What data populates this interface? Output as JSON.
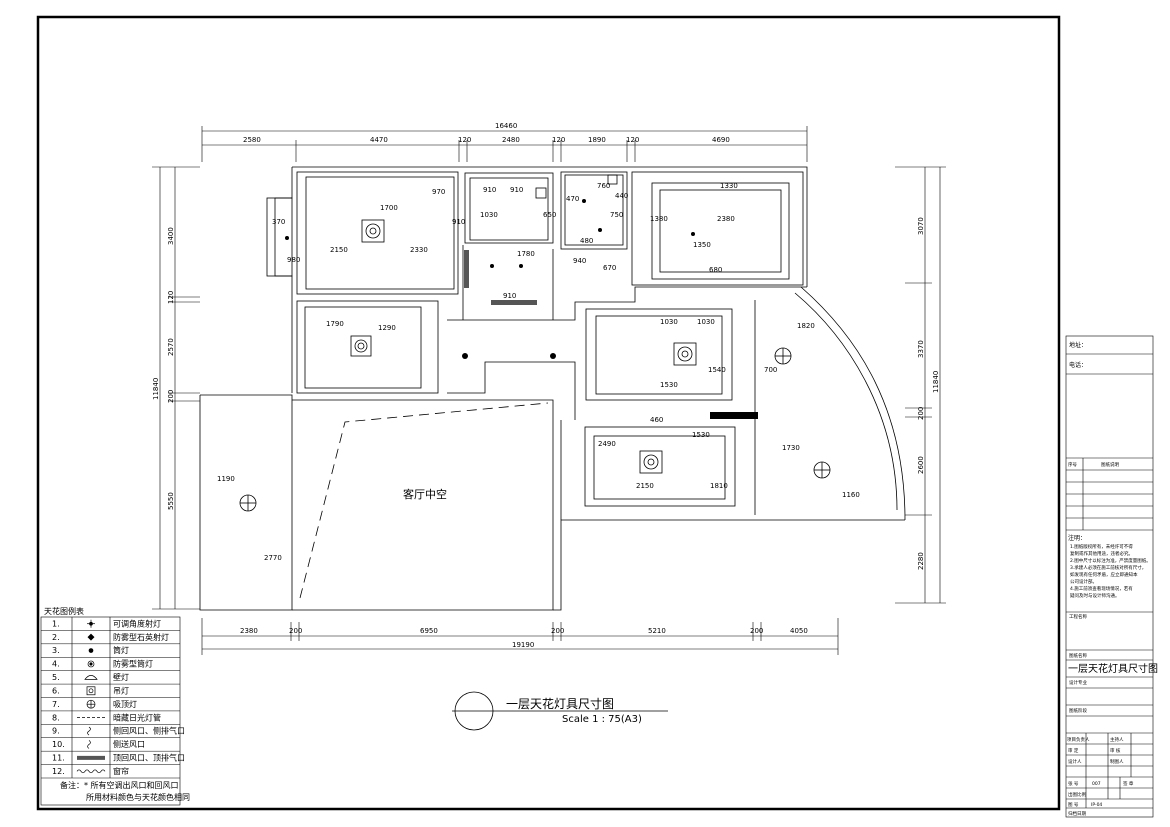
{
  "sheet": {
    "title": "一层天花灯具尺寸图",
    "scale": "Scale 1 : 75(A3)",
    "room_label": "客厅中空"
  },
  "dimensions": {
    "top_total": "16460",
    "top": [
      "2580",
      "4470",
      "120",
      "2480",
      "120",
      "1890",
      "120",
      "4690"
    ],
    "bottom_total": "19190",
    "bottom": [
      "2380",
      "200",
      "6950",
      "200",
      "5210",
      "200",
      "4050"
    ],
    "left_total": "11840",
    "left": [
      "3400",
      "120",
      "2570",
      "200",
      "5550"
    ],
    "right_total": "11840",
    "right": [
      "3070",
      "3370",
      "200",
      "2600",
      "2280"
    ],
    "inner": {
      "d970": "970",
      "d1700": "1700",
      "d2150a": "2150",
      "d2330": "2330",
      "d370": "370",
      "d980": "980",
      "d910a": "910",
      "d910b": "910",
      "d1030a": "1030",
      "d650": "650",
      "d910c": "910",
      "d1780": "1780",
      "d470": "470",
      "d440": "440",
      "d750": "750",
      "d480": "480",
      "d760": "760",
      "d940": "940",
      "d670": "670",
      "d1380": "1380",
      "d2380": "2380",
      "d1330": "1330",
      "d1350": "1350",
      "d680": "680",
      "d1790": "1790",
      "d1290": "1290",
      "d910d": "910",
      "d1030b": "1030",
      "d1030c": "1030",
      "d1540": "1540",
      "d1530": "1530",
      "d700": "700",
      "d1820": "1820",
      "d460": "460",
      "d1530b": "1530",
      "d2490": "2490",
      "d2150b": "2150",
      "d1810": "1810",
      "d1730": "1730",
      "d1160": "1160",
      "d1190": "1190",
      "d2770": "2770"
    }
  },
  "legend": {
    "title": "天花图例表",
    "items": [
      {
        "num": "1.",
        "label": "可调角度射灯"
      },
      {
        "num": "2.",
        "label": "防雾型石英射灯"
      },
      {
        "num": "3.",
        "label": "筒灯"
      },
      {
        "num": "4.",
        "label": "防雾型筒灯"
      },
      {
        "num": "5.",
        "label": "壁灯"
      },
      {
        "num": "6.",
        "label": "吊灯"
      },
      {
        "num": "7.",
        "label": "吸顶灯"
      },
      {
        "num": "8.",
        "label": "暗藏日光灯管"
      },
      {
        "num": "9.",
        "label": "侧回风口、侧排气口"
      },
      {
        "num": "10.",
        "label": "侧送风口"
      },
      {
        "num": "11.",
        "label": "顶回风口、顶排气口"
      },
      {
        "num": "12.",
        "label": "窗帘"
      }
    ],
    "note_line1": "备注：* 所有空调出风口和回风口",
    "note_line2": "所用材料颜色与天花颜色相同"
  },
  "title_block": {
    "address": "地址：",
    "phone": "电话：",
    "seq_header": "序号",
    "desc_header": "图纸说明",
    "notes_title": "注明：",
    "notes": [
      "1.图纸版权所有，未经许可不得",
      "复制或作其他用途，违者必究。",
      "2.图中尺寸以标注为准，严禁度量图纸。",
      "3.承建人必须在施工前核对所有尺寸，",
      "如发现有任何矛盾，应立即通知本",
      "公司设计部。",
      "4.施工前须查看现场情况，若有",
      "疑问及时与设计师沟通。"
    ],
    "project_name": "工程名称",
    "drawing_name_label": "图纸名称",
    "drawing_name": "一层天花灯具尺寸图",
    "design_major": "设计专业",
    "drawing_stage": "图纸阶段",
    "project_lead": "项目负责人",
    "chief": "主持人",
    "review": "审   定",
    "audit": "审   核",
    "designer": "设计人",
    "draftsman": "制图人",
    "sheet_no_label": "张    号",
    "sheet_no": "007",
    "sign": "签   章",
    "scale_label": "出图比例",
    "drawing_no_label": "图    号",
    "drawing_no": "IP-04",
    "date_label": "归档日期"
  },
  "colors": {
    "line": "#000000",
    "background": "#ffffff"
  }
}
